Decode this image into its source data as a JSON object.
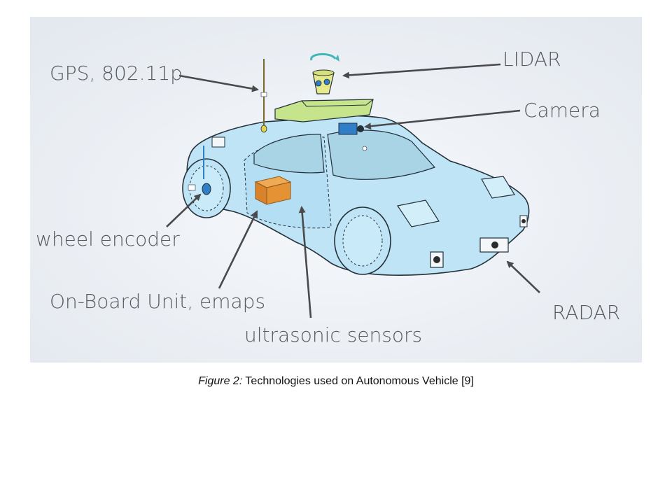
{
  "figure": {
    "labels": {
      "gps": "GPS, 802.11p",
      "lidar": "LIDAR",
      "camera": "Camera",
      "wheel_encoder": "wheel encoder",
      "obu": "On-Board Unit, emaps",
      "ultrasonic": "ultrasonic sensors",
      "radar": "RADAR"
    },
    "colors": {
      "background": "#eef2f6",
      "car_body": "#bfe4f6",
      "car_outline": "#24303a",
      "roof_rack": "#c5e48c",
      "lidar_unit": "#e6ea8a",
      "camera_box": "#2f7ec7",
      "obu_box": "#e59235",
      "arrow": "#4a4a4c",
      "label_text": "#5a5a5e"
    }
  },
  "caption": {
    "prefix": "Figure 2:",
    "text": " Technologies used on Autonomous Vehicle [9]"
  }
}
